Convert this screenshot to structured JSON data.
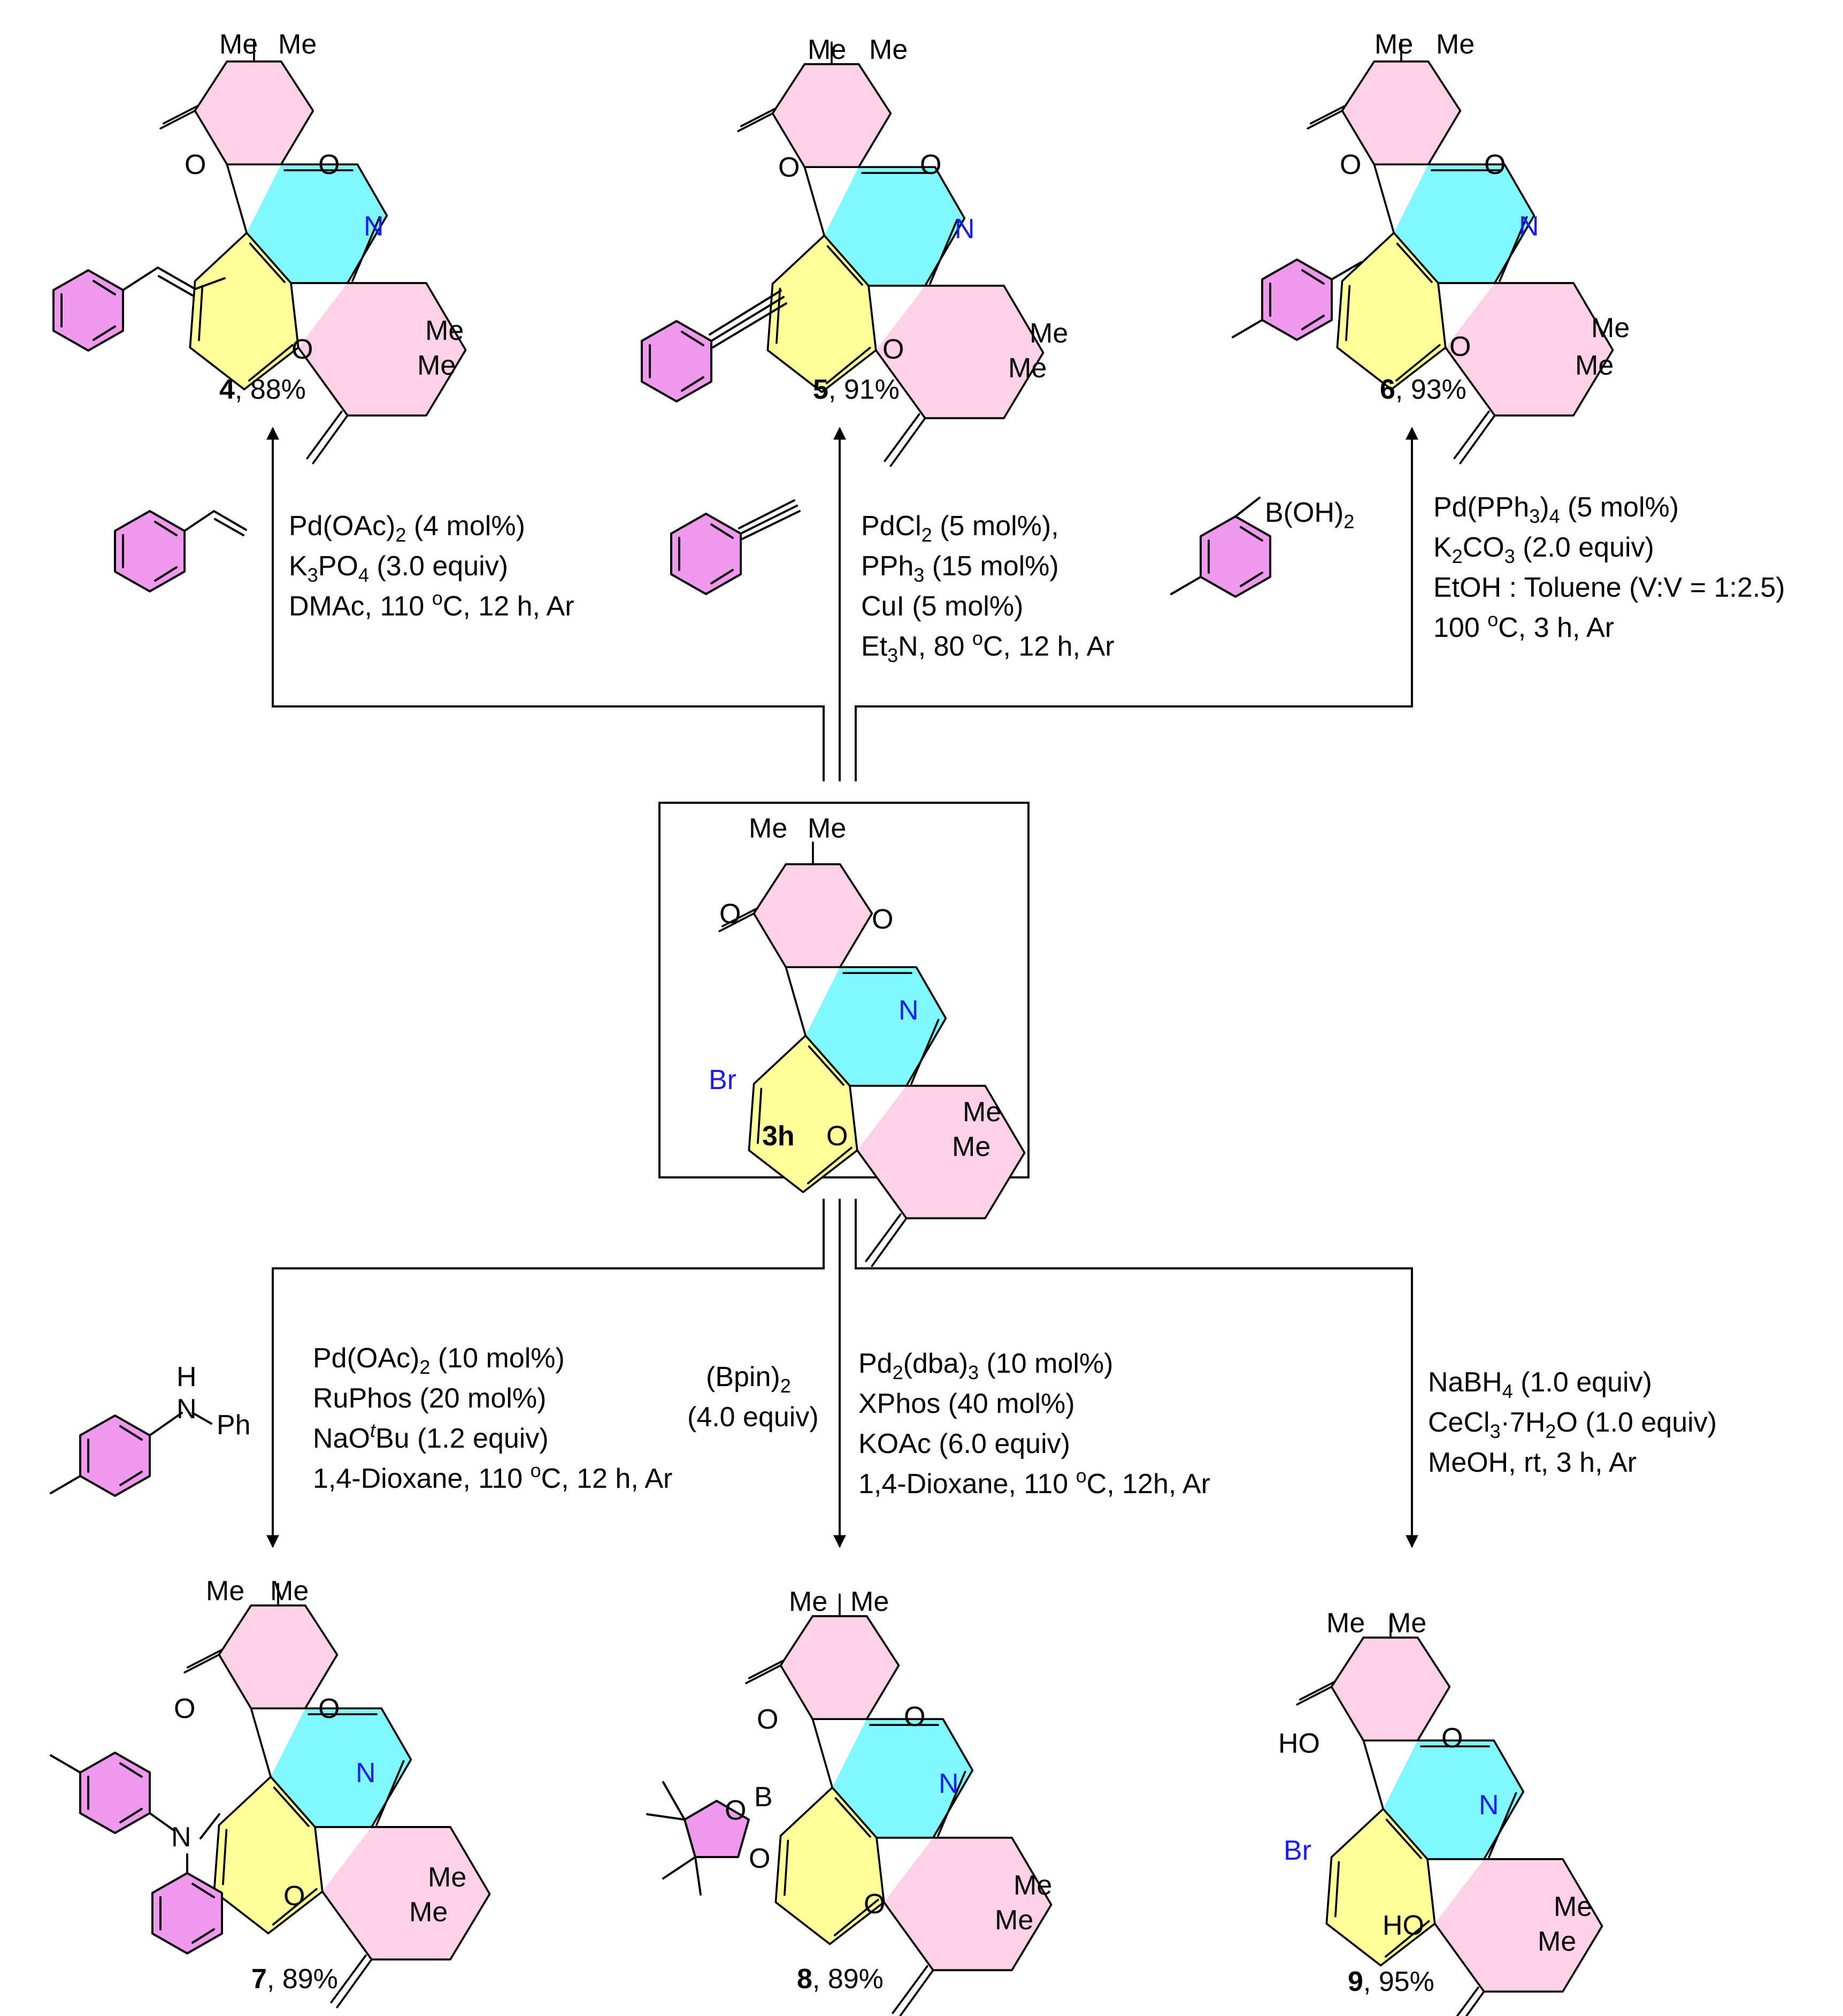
{
  "center": {
    "id": "3h",
    "substituent": "Br"
  },
  "labels": {
    "me": "Me",
    "o": "O",
    "n": "N",
    "br": "Br",
    "ho": "HO",
    "b": "B",
    "boh2": "B(OH)2",
    "nh": "H",
    "ph": "Ph"
  },
  "products": [
    {
      "id": "4",
      "yield": ", 88%"
    },
    {
      "id": "5",
      "yield": ", 91%"
    },
    {
      "id": "6",
      "yield": ", 93%"
    },
    {
      "id": "7",
      "yield": ", 89%"
    },
    {
      "id": "8",
      "yield": ", 89%"
    },
    {
      "id": "9",
      "yield": ", 95%"
    }
  ],
  "reactions": [
    {
      "target": "4",
      "conditions": [
        "Pd(OAc)2 (4 mol%)",
        "K3PO4 (3.0 equiv)",
        "DMAc, 110 oC, 12 h, Ar"
      ]
    },
    {
      "target": "5",
      "conditions": [
        "PdCl2 (5 mol%),",
        "PPh3 (15 mol%)",
        "CuI (5 mol%)",
        "Et3N, 80 oC, 12 h, Ar"
      ]
    },
    {
      "target": "6",
      "conditions": [
        "Pd(PPh3)4 (5 mol%)",
        "K2CO3 (2.0 equiv)",
        "EtOH : Toluene (V:V = 1:2.5)",
        "100 oC, 3 h, Ar"
      ]
    },
    {
      "target": "7",
      "conditions": [
        "Pd(OAc)2 (10 mol%)",
        "RuPhos (20 mol%)",
        "NaOtBu (1.2 equiv)",
        "1,4-Dioxane, 110 oC, 12 h, Ar"
      ]
    },
    {
      "target": "8",
      "reagent": [
        "(Bpin)2",
        "(4.0 equiv)"
      ],
      "conditions": [
        "Pd2(dba)3 (10 mol%)",
        "XPhos (40 mol%)",
        "KOAc (6.0 equiv)",
        "1,4-Dioxane, 110 oC, 12h, Ar"
      ]
    },
    {
      "target": "9",
      "conditions": [
        "NaBH4 (1.0 equiv)",
        "CeCl3·7H2O (1.0 equiv)",
        "MeOH, rt, 3 h, Ar"
      ]
    }
  ]
}
